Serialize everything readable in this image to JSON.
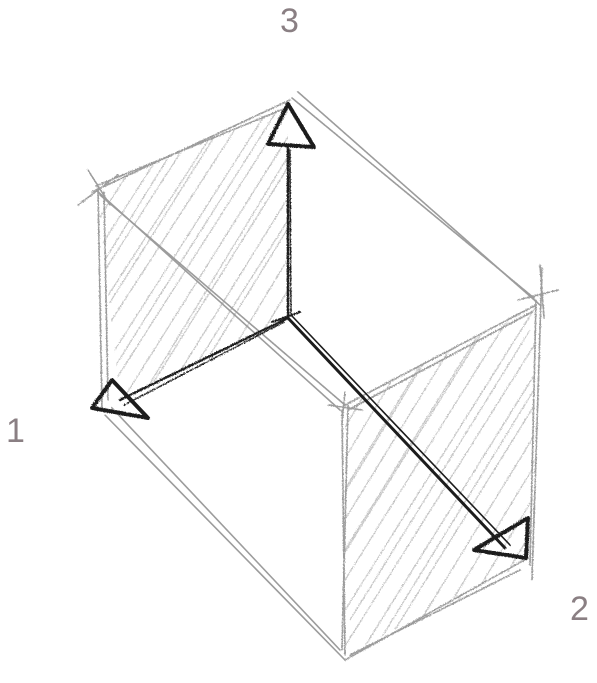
{
  "labels": {
    "vertex_1": "1",
    "vertex_2": "2",
    "vertex_3": "3"
  },
  "colors": {
    "label": "#8a7f83",
    "pencil_light": "#9a9a9a",
    "pencil_dark": "#1e1e1e",
    "hatch": "#b5b5b5"
  }
}
